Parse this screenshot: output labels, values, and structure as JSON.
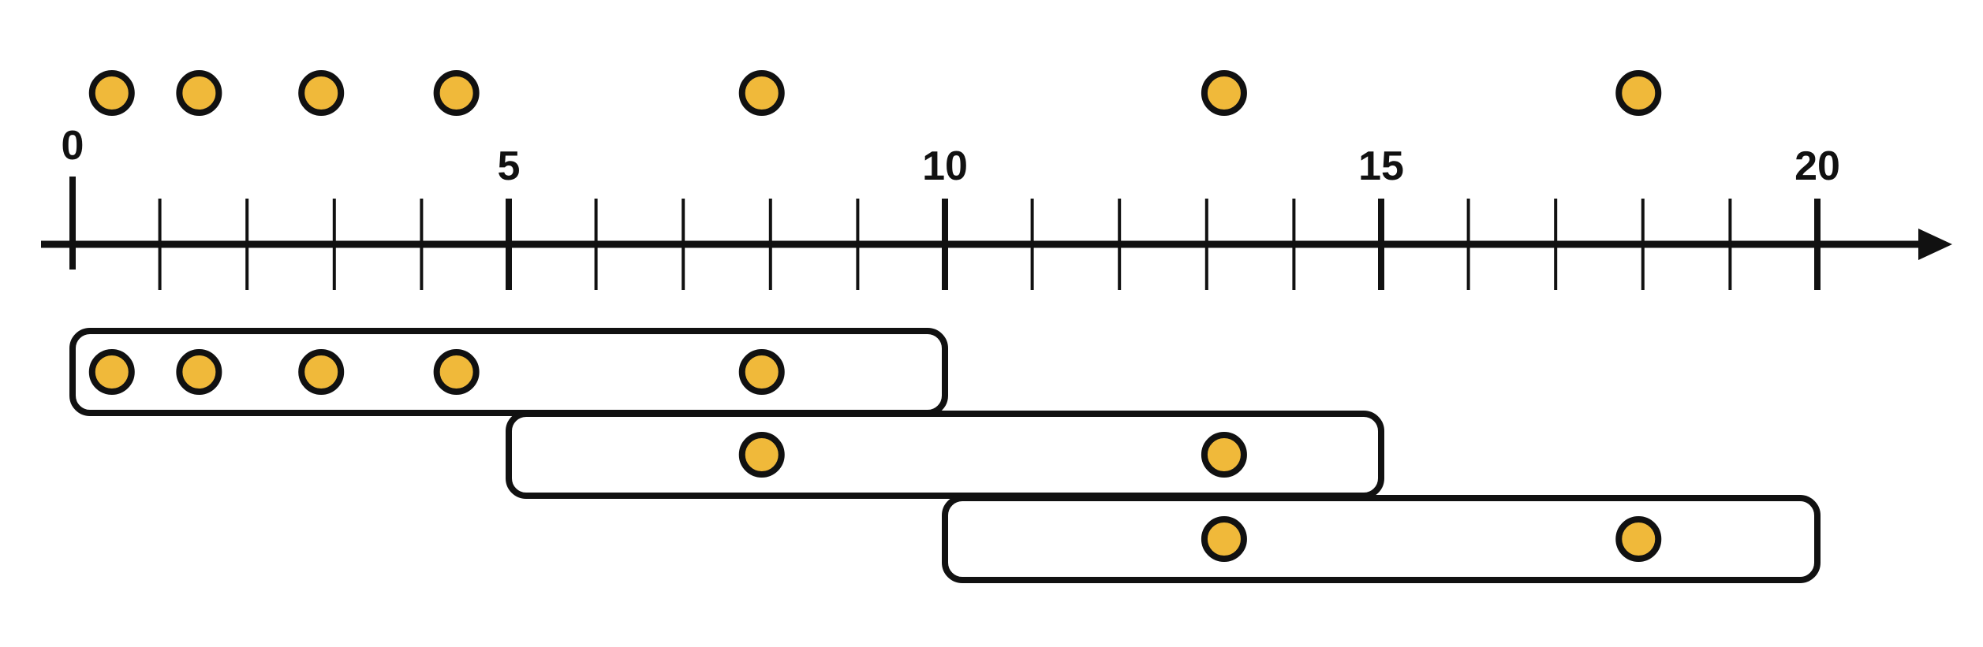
{
  "colors": {
    "point_fill": "#F0B93A",
    "stroke": "#111111",
    "background": "#FFFFFF"
  },
  "number_line": {
    "min": 0,
    "max": 20,
    "major_step": 5,
    "minor_step": 1,
    "tick_labels": [
      "0",
      "5",
      "10",
      "15",
      "20"
    ],
    "arrow": "right"
  },
  "points": [
    0.45,
    1.45,
    2.85,
    4.4,
    7.9,
    13.2,
    17.95
  ],
  "windows": [
    {
      "start": 0,
      "end": 10,
      "points": [
        0.45,
        1.45,
        2.85,
        4.4,
        7.9
      ]
    },
    {
      "start": 5,
      "end": 15,
      "points": [
        7.9,
        13.2
      ]
    },
    {
      "start": 10,
      "end": 20,
      "points": [
        13.2,
        17.95
      ]
    }
  ]
}
